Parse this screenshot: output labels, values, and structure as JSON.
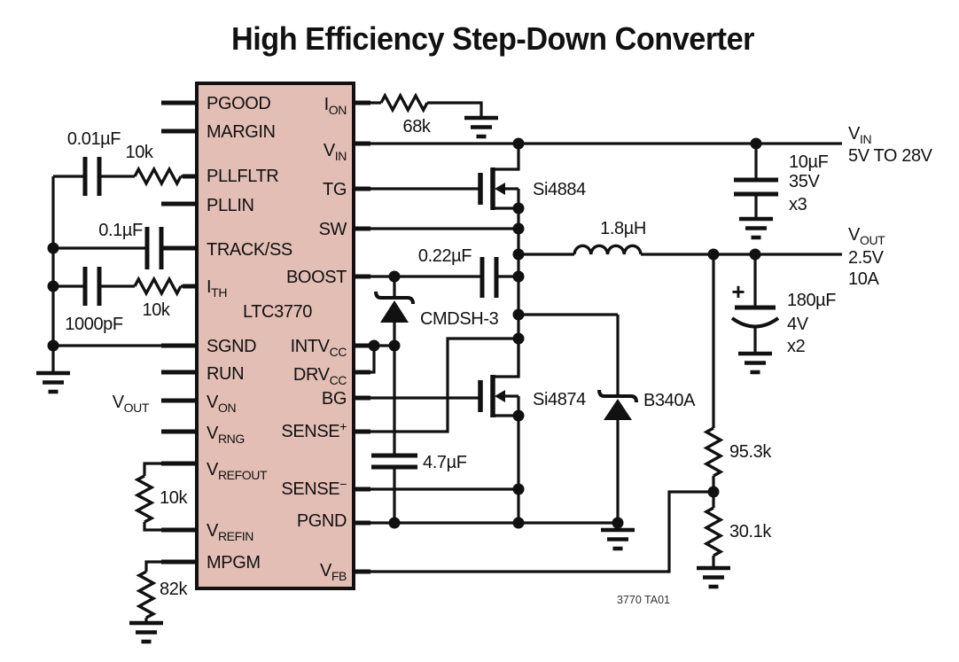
{
  "title": "High Efficiency Step-Down Converter",
  "note": "3770 TA01",
  "colors": {
    "ic_fill": "#e3beb5",
    "line": "#111111"
  },
  "ic": {
    "name": "LTC3770",
    "left_pins": [
      {
        "base": "PGOOD"
      },
      {
        "base": "MARGIN"
      },
      {
        "base": "PLLFLTR"
      },
      {
        "base": "PLLIN"
      },
      {
        "base": "TRACK/SS"
      },
      {
        "base": "I",
        "sub": "TH"
      },
      {
        "base": "SGND"
      },
      {
        "base": "RUN"
      },
      {
        "base": "V",
        "sub": "ON"
      },
      {
        "base": "V",
        "sub": "RNG"
      },
      {
        "base": "V",
        "sub": "REFOUT"
      },
      {
        "base": "V",
        "sub": "REFIN"
      },
      {
        "base": "MPGM"
      }
    ],
    "right_pins": [
      {
        "base": "I",
        "sub": "ON"
      },
      {
        "base": "V",
        "sub": "IN"
      },
      {
        "base": "TG"
      },
      {
        "base": "SW"
      },
      {
        "base": "BOOST"
      },
      {
        "base": "INTV",
        "sub": "CC"
      },
      {
        "base": "DRV",
        "sub": "CC"
      },
      {
        "base": "BG"
      },
      {
        "base": "SENSE",
        "sup": "+"
      },
      {
        "base": "SENSE",
        "sup": "−"
      },
      {
        "base": "PGND"
      },
      {
        "base": "V",
        "sub": "FB"
      }
    ]
  },
  "parts": {
    "cap_pllfltr": "0.01µF",
    "res_pllfltr": "10k",
    "cap_track": "0.1µF",
    "cap_ith": "1000pF",
    "res_ith": "10k",
    "res_vref": "10k",
    "res_mpgm": "82k",
    "res_ion": "68k",
    "mosfet_top": "Si4884",
    "mosfet_bottom": "Si4874",
    "diode_boost": "CMDSH-3",
    "diode_sw": "B340A",
    "cap_boost": "0.22µF",
    "inductor": "1.8µH",
    "cap_intvcc": "4.7µF",
    "cap_in": [
      "10µF",
      "35V",
      "x3"
    ],
    "cap_out": [
      "180µF",
      "4V",
      "x2"
    ],
    "cap_out_plus": "+",
    "res_fb_top": "95.3k",
    "res_fb_bottom": "30.1k"
  },
  "io": {
    "vin": {
      "base": "V",
      "sub": "IN"
    },
    "vin_range": "5V TO 28V",
    "vout": {
      "base": "V",
      "sub": "OUT"
    },
    "vout_v": "2.5V",
    "vout_i": "10A",
    "von": {
      "base": "V",
      "sub": "OUT"
    }
  }
}
